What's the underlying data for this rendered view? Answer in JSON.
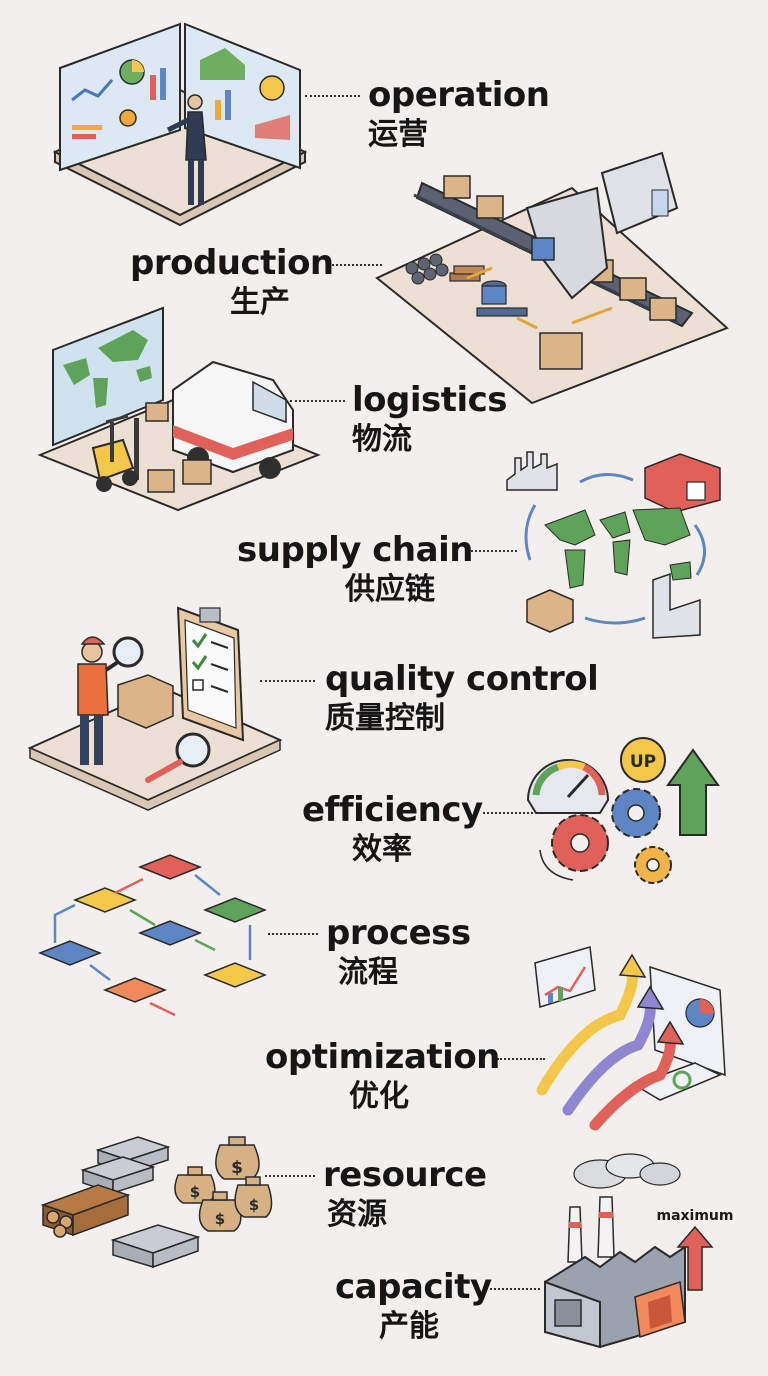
{
  "vocabulary": [
    {
      "english": "operation",
      "chinese": "运营",
      "icon": "dashboard-room-icon"
    },
    {
      "english": "production",
      "chinese": "生产",
      "icon": "conveyor-belt-icon"
    },
    {
      "english": "logistics",
      "chinese": "物流",
      "icon": "delivery-van-forklift-icon"
    },
    {
      "english": "supply chain",
      "chinese": "供应链",
      "icon": "world-map-cycle-icon"
    },
    {
      "english": "quality control",
      "chinese": "质量控制",
      "icon": "inspector-checklist-icon"
    },
    {
      "english": "efficiency",
      "chinese": "效率",
      "icon": "gauge-gears-icon"
    },
    {
      "english": "process",
      "chinese": "流程",
      "icon": "flowchart-icon"
    },
    {
      "english": "optimization",
      "chinese": "优化",
      "icon": "rising-arrows-icon"
    },
    {
      "english": "resource",
      "chinese": "资源",
      "icon": "metal-wood-money-icon"
    },
    {
      "english": "capacity",
      "chinese": "产能",
      "icon": "factory-icon"
    }
  ],
  "illustration_text": {
    "efficiency_badge": "UP",
    "capacity_label": "maximum"
  },
  "colors": {
    "background": "#f3efec",
    "red": "#e0615a",
    "green": "#5fa35a",
    "blue": "#5f86c4",
    "yellow": "#f3c84a",
    "box": "#dcb48a"
  }
}
